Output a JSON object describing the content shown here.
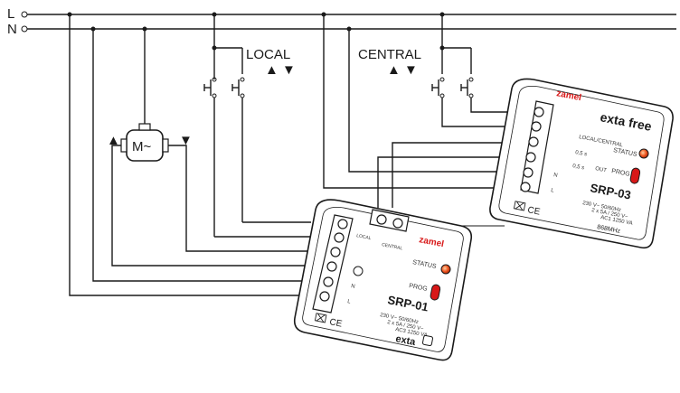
{
  "lines": {
    "line": "L",
    "neutral": "N"
  },
  "motor": {
    "symbol": "M~",
    "dir_left": "▲",
    "dir_right": "▼"
  },
  "local": {
    "title": "LOCAL",
    "arrows": "▲ ▼"
  },
  "central": {
    "title": "CENTRAL",
    "arrows": "▲ ▼"
  },
  "srp03": {
    "brand": "zamel",
    "model": "SRP-03",
    "logo": "exta free",
    "status_label": "STATUS",
    "prog_label": "PROG",
    "terminal_label": "LOCAL/CENTRAL",
    "pulse1": "0,5 s",
    "pulse2": "0,5 s",
    "out_label": "OUT",
    "rating1": "230 V~ 50/60Hz",
    "rating2": "2 x 5A / 250 V~",
    "rating3": "AC1 1250 VA",
    "freq": "868MHz",
    "ce": "CE",
    "pin_N": "N",
    "pin_L": "L"
  },
  "srp01": {
    "brand": "zamel",
    "model": "SRP-01",
    "logo": "exta",
    "status_label": "STATUS",
    "prog_label": "PROG",
    "local_label": "LOCAL",
    "central_label": "CENTRAL",
    "rating1": "230 V~ 50/60Hz",
    "rating2": "2 x 5A / 250 V~",
    "rating3": "AC3 1250 VA",
    "ce": "CE",
    "pin_N": "N",
    "pin_L": "L"
  },
  "colors": {
    "ink": "#1a1a1a",
    "led": "#e8401c",
    "prog": "#d81818"
  }
}
